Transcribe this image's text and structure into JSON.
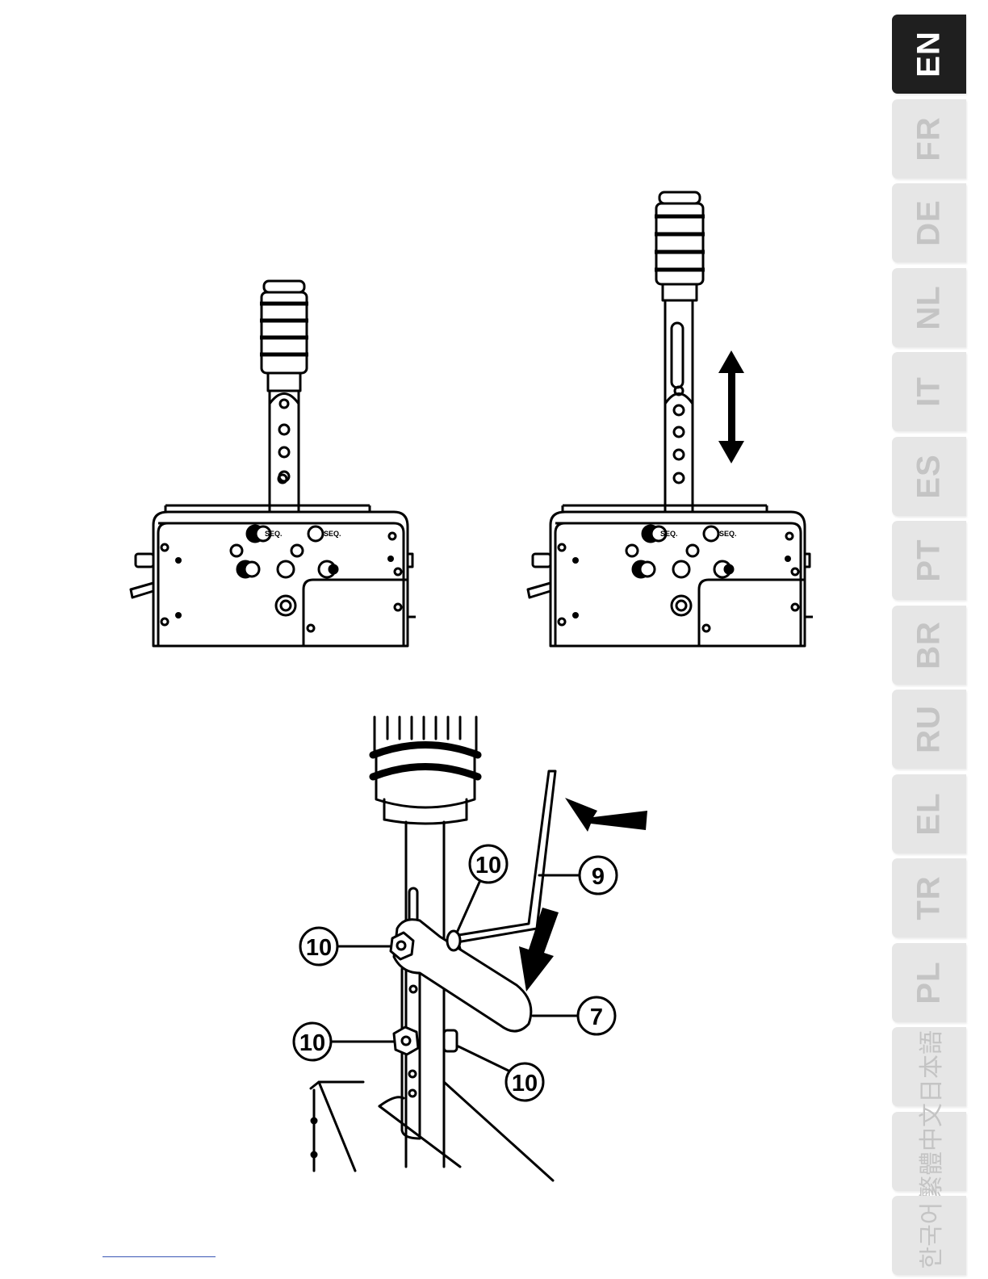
{
  "language_tabs": [
    {
      "code": "EN",
      "active": true,
      "cjk": false
    },
    {
      "code": "FR",
      "active": false,
      "cjk": false
    },
    {
      "code": "DE",
      "active": false,
      "cjk": false
    },
    {
      "code": "NL",
      "active": false,
      "cjk": false
    },
    {
      "code": "IT",
      "active": false,
      "cjk": false
    },
    {
      "code": "ES",
      "active": false,
      "cjk": false
    },
    {
      "code": "PT",
      "active": false,
      "cjk": false
    },
    {
      "code": "BR",
      "active": false,
      "cjk": false
    },
    {
      "code": "RU",
      "active": false,
      "cjk": false
    },
    {
      "code": "EL",
      "active": false,
      "cjk": false
    },
    {
      "code": "TR",
      "active": false,
      "cjk": false
    },
    {
      "code": "PL",
      "active": false,
      "cjk": false
    },
    {
      "code": "日本語",
      "active": false,
      "cjk": true
    },
    {
      "code": "繁體中文",
      "active": false,
      "cjk": true
    },
    {
      "code": "한국어",
      "active": false,
      "cjk": true
    }
  ],
  "figures": {
    "seq_label": "SEQ."
  },
  "callouts": {
    "nut_upper_left": "10",
    "nut_upper_right": "10",
    "nut_lower_left": "10",
    "nut_lower_right": "10",
    "allen_key": "9",
    "wrench": "7"
  },
  "colors": {
    "active_tab": "#1f1f1f",
    "inactive_tab": "#e6e6e6",
    "inactive_tab_text": "#c4c4c4",
    "line_art": "#000000",
    "footer_link": "#3a56b5"
  }
}
